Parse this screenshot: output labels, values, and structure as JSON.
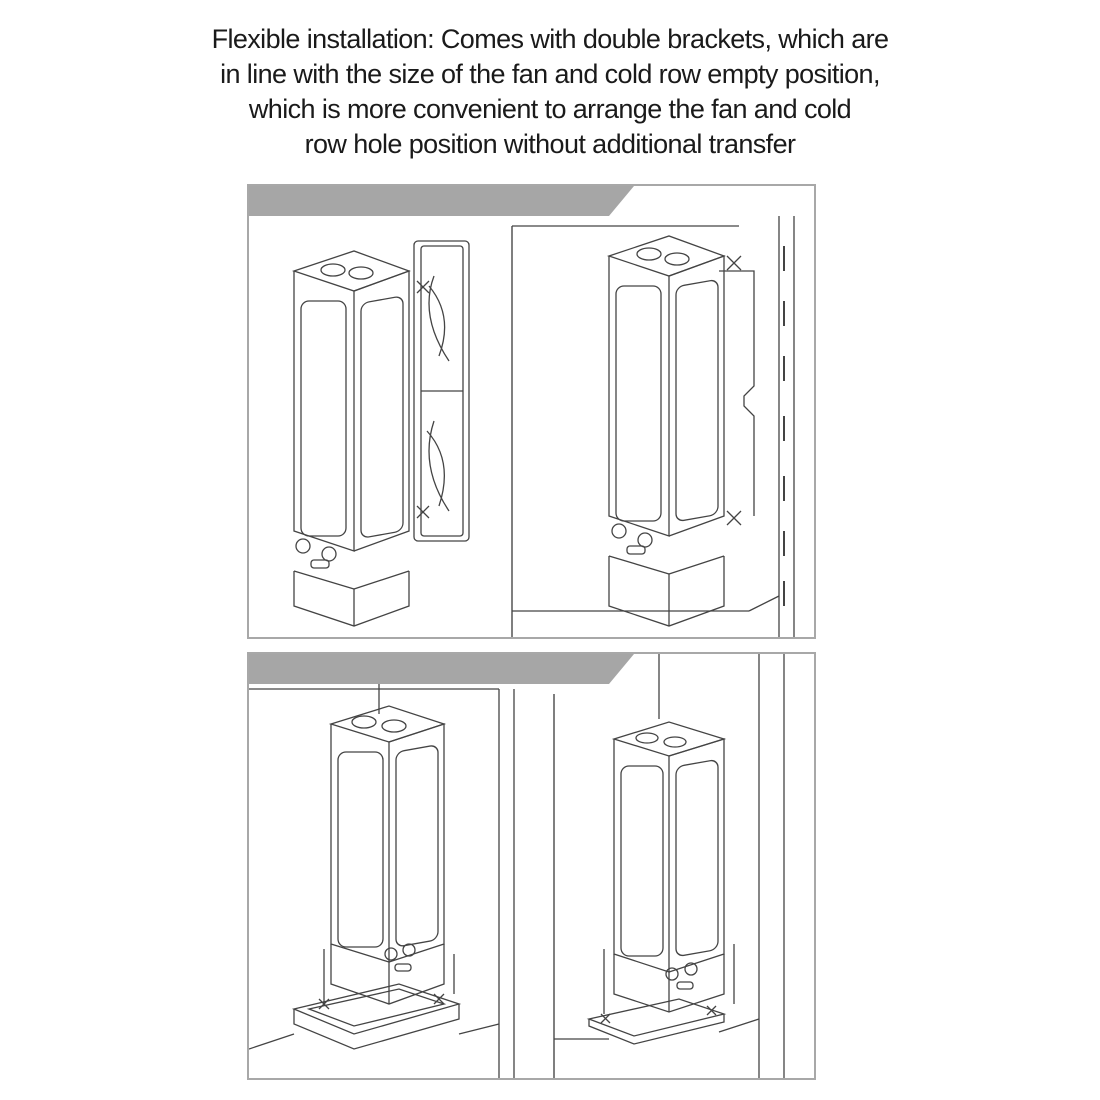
{
  "caption": {
    "lines": [
      "Flexible installation: Comes with double brackets, which are",
      "in line with the size of the fan and cold row empty position,",
      "which is more convenient to arrange the fan and cold",
      "row hole position without additional transfer"
    ]
  },
  "colors": {
    "line": "#444444",
    "banner": "#a6a6a6",
    "border": "#a8a8a8"
  },
  "illustrations": [
    {
      "name": "reservoir-with-fan-side-mount",
      "icon": "reservoir-fan-icon"
    },
    {
      "name": "reservoir-chassis-side-mount",
      "icon": "reservoir-chassis-icon"
    },
    {
      "name": "reservoir-with-fan-bottom-mount",
      "icon": "reservoir-fan-bottom-icon"
    },
    {
      "name": "reservoir-bracket-bottom-mount",
      "icon": "reservoir-bracket-icon"
    }
  ]
}
